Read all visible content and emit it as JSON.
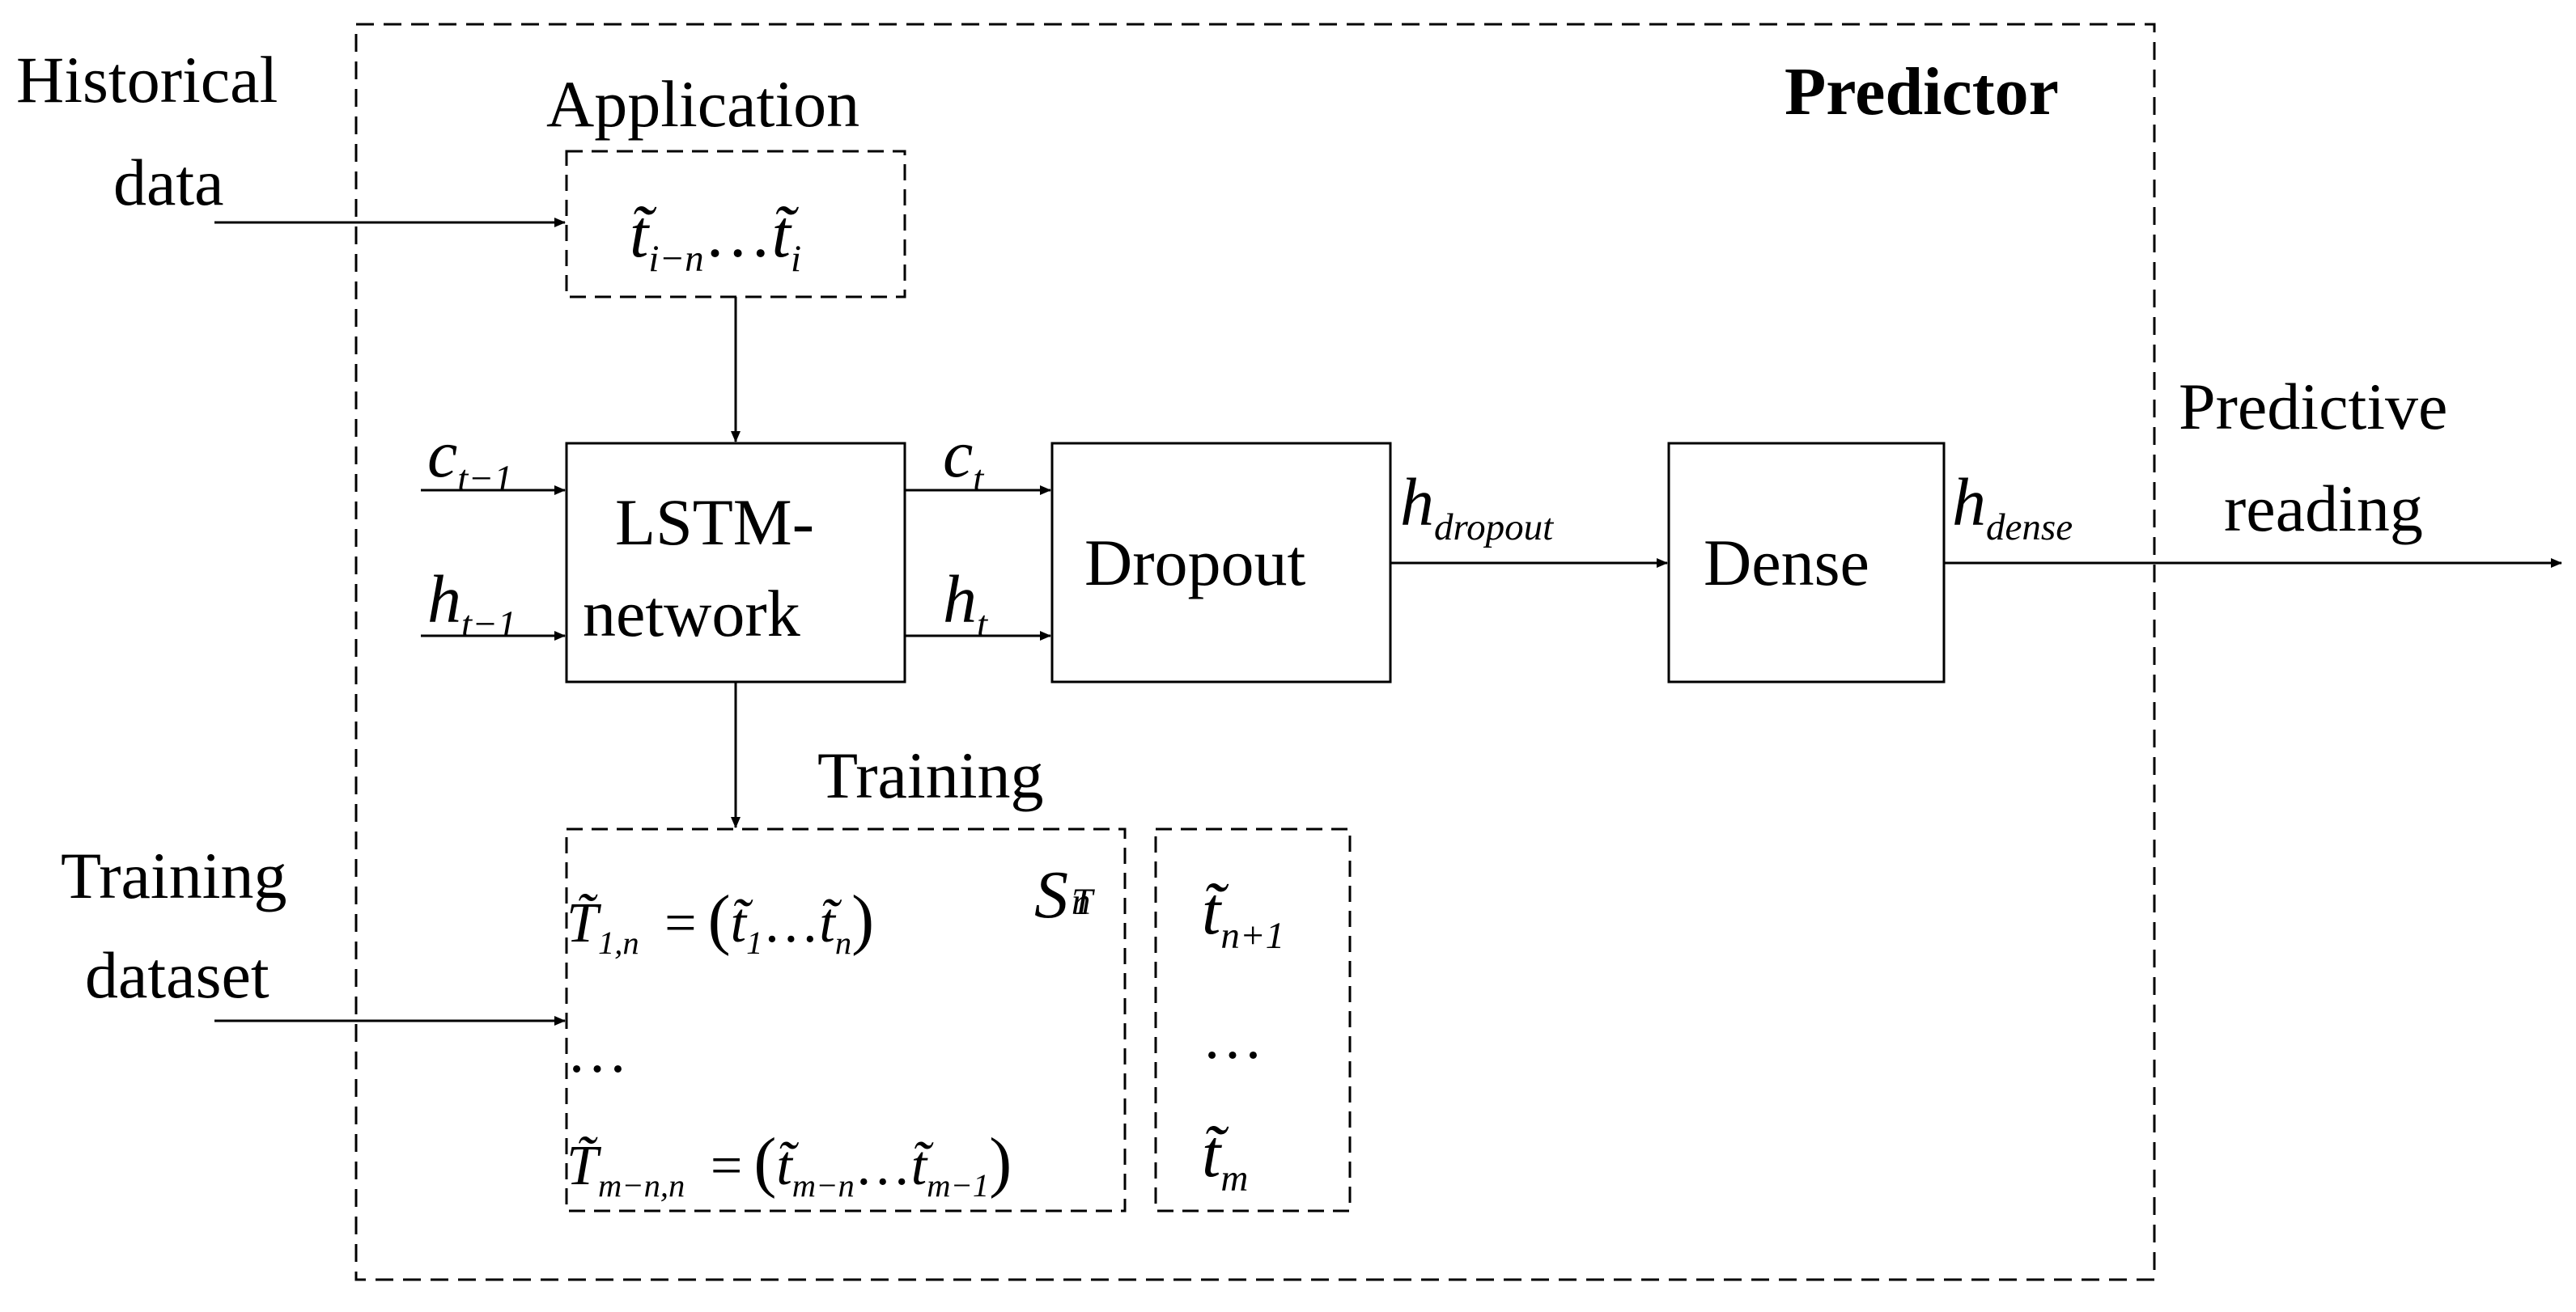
{
  "diagram": {
    "title": "Predictor",
    "sections": {
      "application": "Application",
      "training": "Training"
    },
    "inputs": {
      "historical_line1": "Historical",
      "historical_line2": "data",
      "training_line1": "Training",
      "training_line2": "dataset"
    },
    "output": {
      "line1": "Predictive",
      "line2": "reading"
    },
    "blocks": {
      "lstm_line1": "LSTM-",
      "lstm_line2": "network",
      "dropout": "Dropout",
      "dense": "Dense"
    },
    "signals": {
      "c_prev": {
        "base": "c",
        "sub": "t−1"
      },
      "h_prev": {
        "base": "h",
        "sub": "t−1"
      },
      "c_t": {
        "base": "c",
        "sub": "t"
      },
      "h_t": {
        "base": "h",
        "sub": "t"
      },
      "h_dropout": {
        "base": "h",
        "sub": "dropout"
      },
      "h_dense": {
        "base": "h",
        "sub": "dense"
      }
    },
    "application_seq": {
      "start_base": "t̃",
      "start_sub": "i−n",
      "ellipsis": "…",
      "end_base": "t̃",
      "end_sub": "i"
    },
    "training_set": {
      "label_base": "S",
      "label_sub": "T",
      "label_sup": "n",
      "row1": {
        "lhs_base": "T̃",
        "lhs_sub": "1,n",
        "eq": "=",
        "open": "(",
        "a_base": "t̃",
        "a_sub": "1",
        "ellipsis": "…",
        "b_base": "t̃",
        "b_sub": "n",
        "close": ")"
      },
      "dots": "…",
      "row2": {
        "lhs_base": "T̃",
        "lhs_sub": "m−n,n",
        "eq": "=",
        "open": "(",
        "a_base": "t̃",
        "a_sub": "m−n",
        "ellipsis": "…",
        "b_base": "t̃",
        "b_sub": "m−1",
        "close": ")"
      }
    },
    "targets": {
      "first_base": "t̃",
      "first_sub": "n+1",
      "dots": "…",
      "last_base": "t̃",
      "last_sub": "m"
    }
  }
}
